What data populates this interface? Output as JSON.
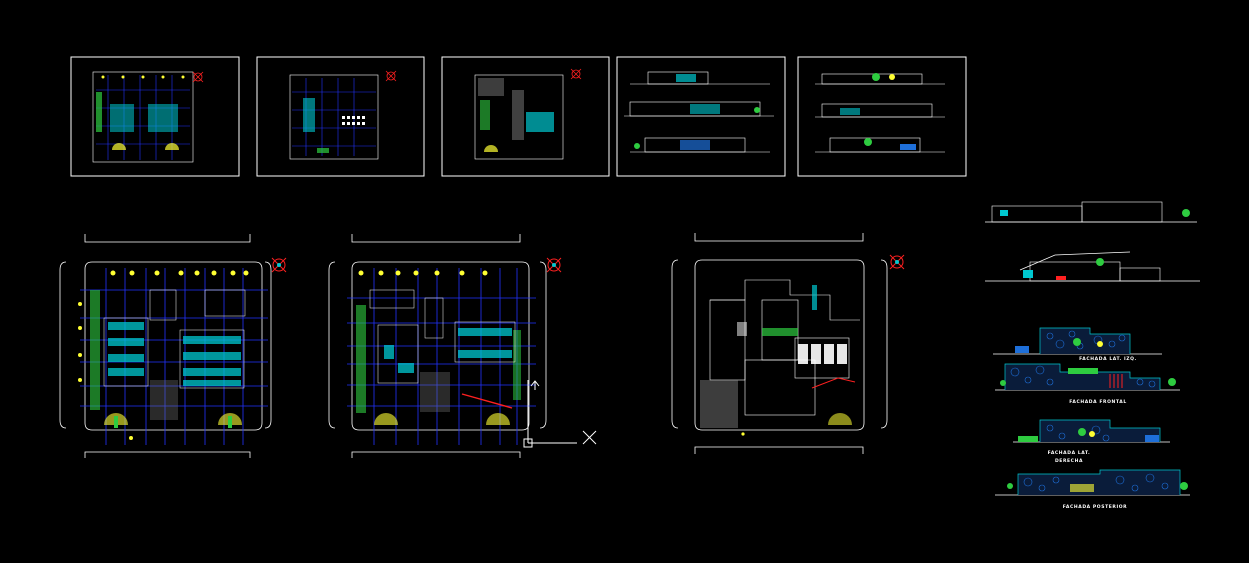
{
  "colors": {
    "background": "#000000",
    "frame": "#ffffff",
    "grid": "#2233ff",
    "cyan": "#00c8d0",
    "green": "#2ecc40",
    "yellow": "#ffff33",
    "red": "#ff2020",
    "magenta": "#ff33cc",
    "blue_fill": "#1e6fd9"
  },
  "facade_labels": {
    "lateral_izq": "FACHADA LAT. IZQ.",
    "frontal": "FACHADA FRONTAL",
    "lateral_der_1": "FACHADA LAT.",
    "lateral_der_2": "DERECHA",
    "posterior": "FACHADA POSTERIOR"
  },
  "icons": {
    "north_arrow": "north-arrow-icon",
    "ucs": "ucs-icon",
    "crosshair": "crosshair-cursor-icon"
  }
}
